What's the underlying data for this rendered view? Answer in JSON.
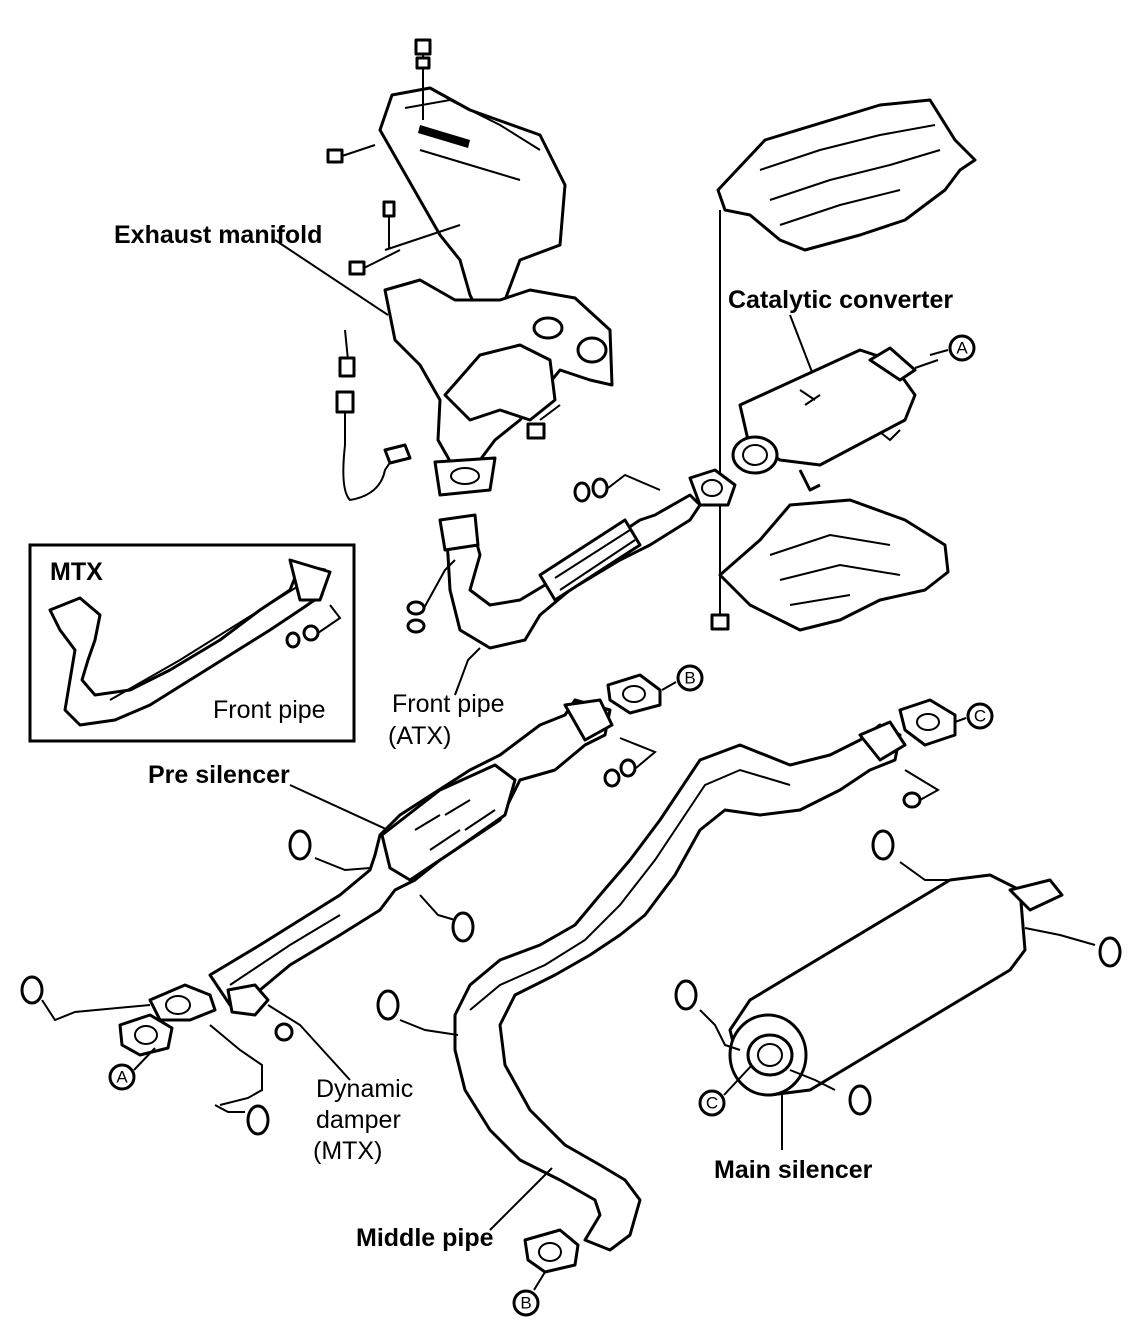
{
  "labels": {
    "exhaust_manifold": "Exhaust manifold",
    "catalytic_converter": "Catalytic converter",
    "mtx_inset_title": "MTX",
    "inset_front_pipe": "Front pipe",
    "front_pipe_atx_line1": "Front pipe",
    "front_pipe_atx_line2": "(ATX)",
    "pre_silencer": "Pre silencer",
    "dynamic_damper_line1": "Dynamic",
    "dynamic_damper_line2": "damper",
    "dynamic_damper_line3": "(MTX)",
    "middle_pipe": "Middle pipe",
    "main_silencer": "Main silencer"
  },
  "refs": {
    "a": "A",
    "b": "B",
    "c": "C"
  },
  "colors": {
    "ink": "#000000",
    "paper": "#ffffff"
  }
}
